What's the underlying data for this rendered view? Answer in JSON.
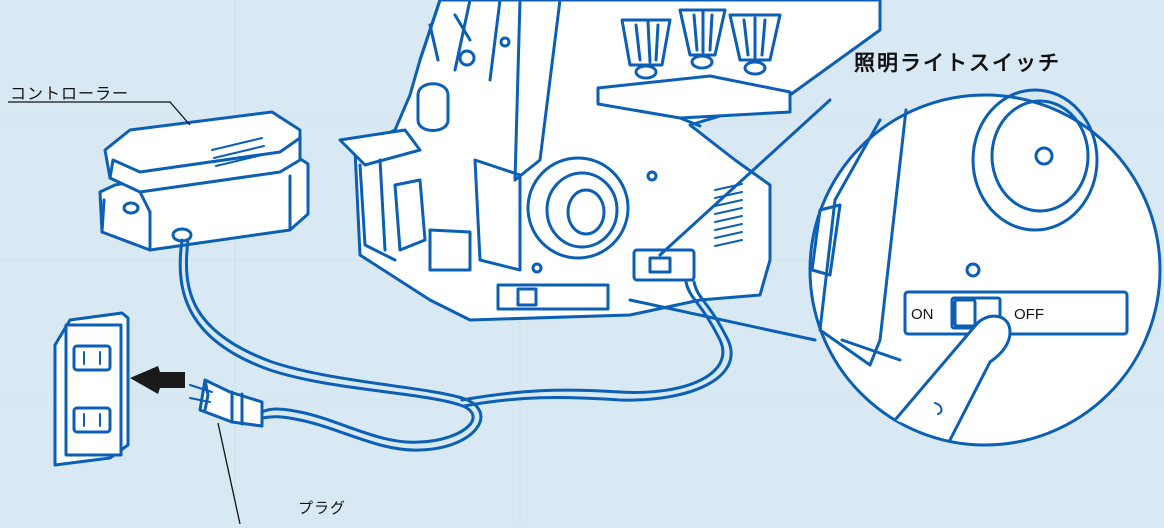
{
  "labels": {
    "controller": "コントローラー",
    "plug": "プラグ",
    "light_switch": "照明ライトスイッチ",
    "switch_on": "ON",
    "switch_off": "OFF"
  },
  "colors": {
    "background": "#d9e9f4",
    "line": "#0b5fb5",
    "fill": "#ffffff",
    "leader": "#111111"
  }
}
